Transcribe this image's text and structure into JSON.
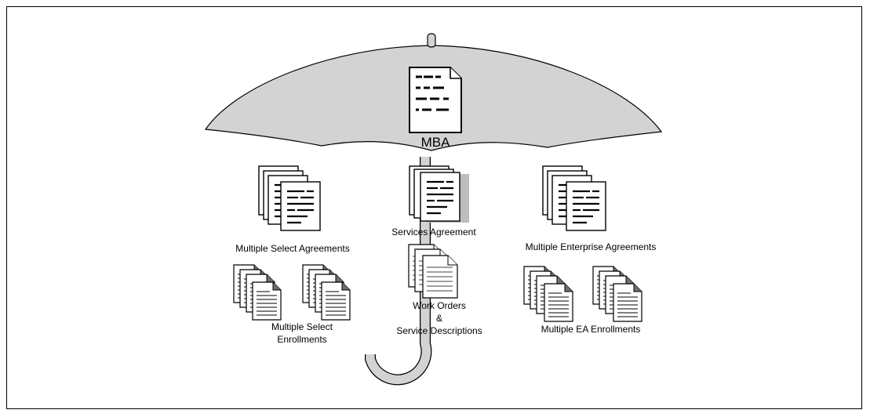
{
  "diagram": {
    "top_label": "MBA",
    "nodes": {
      "select_agreements": "Multiple Select Agreements",
      "select_enrollments_line1": "Multiple Select",
      "select_enrollments_line2": "Enrollments",
      "services_agreement": "Services Agreement",
      "work_orders_line1": "Work Orders",
      "work_orders_line2": "&",
      "work_orders_line3": "Service Descriptions",
      "enterprise_agreements": "Multiple Enterprise Agreements",
      "ea_enrollments": "Multiple EA Enrollments"
    }
  },
  "colors": {
    "umbrella_fill": "#d3d3d3",
    "outline": "#000000",
    "page_fill": "#ffffff",
    "fold_fill": "#6e6e6e"
  }
}
